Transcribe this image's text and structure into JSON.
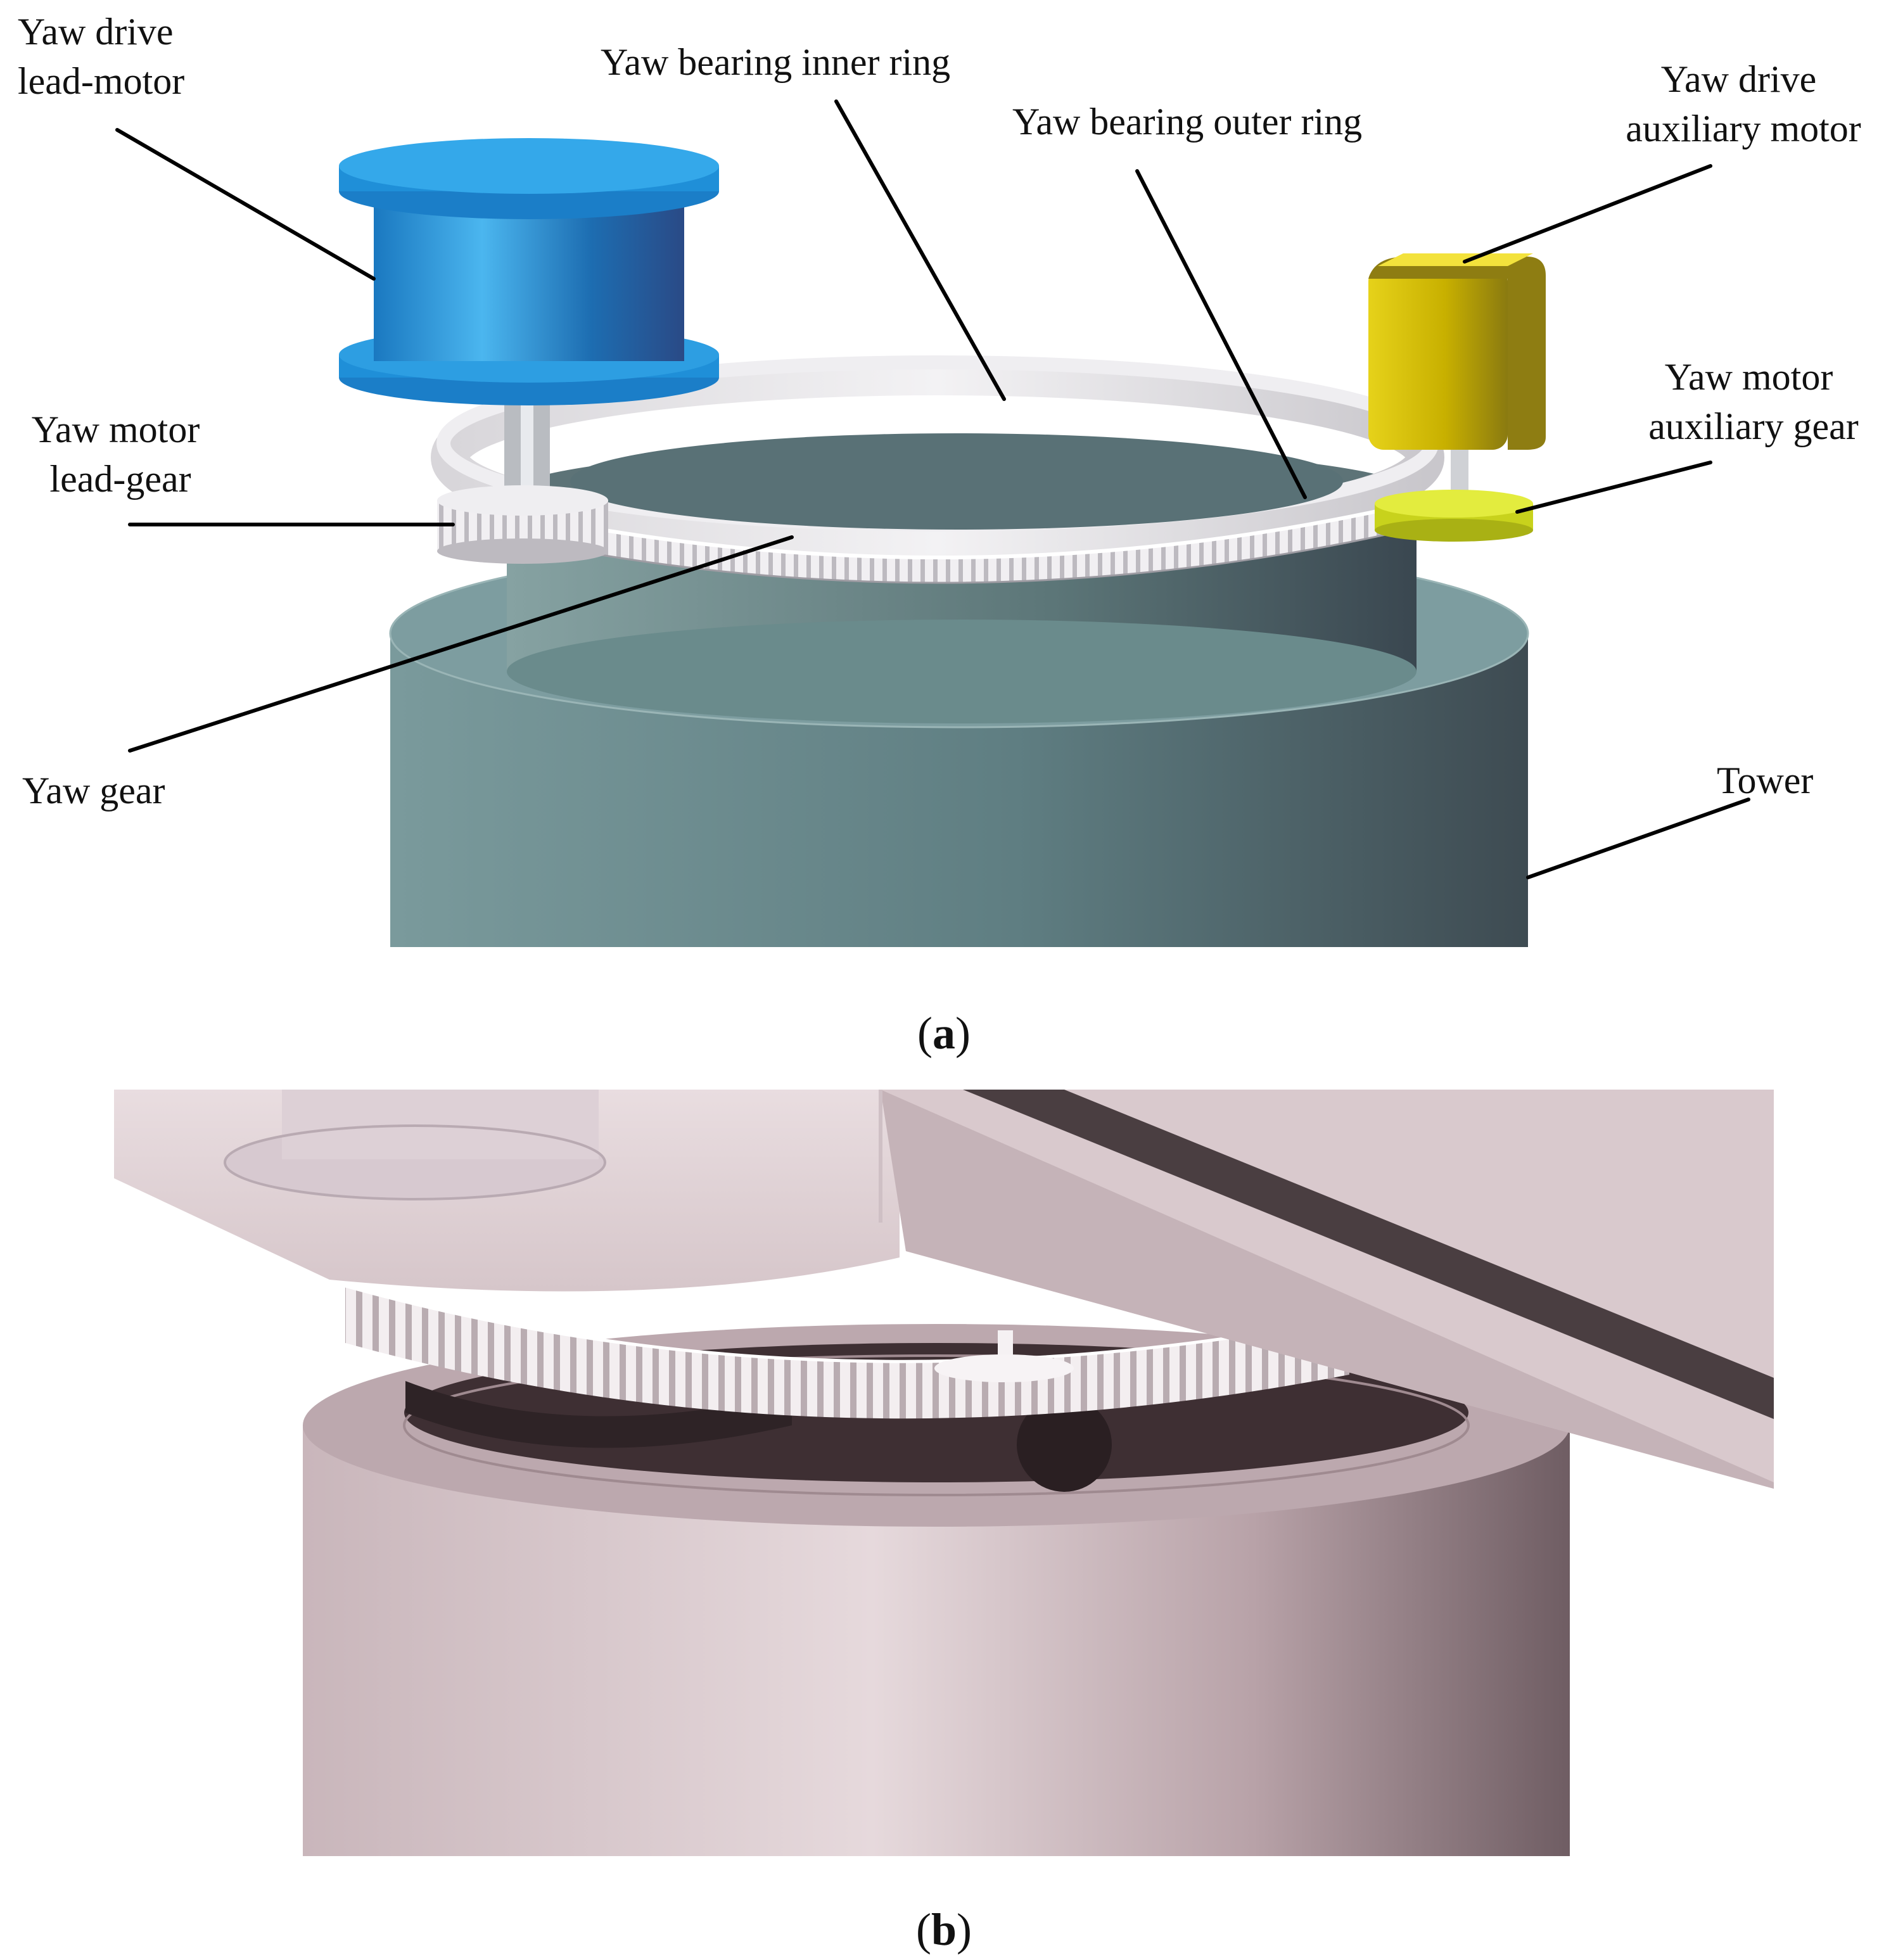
{
  "panel_a": {
    "labels": {
      "lead_motor_line1": "Yaw drive",
      "lead_motor_line2": "lead-motor",
      "inner_ring": "Yaw bearing inner ring",
      "outer_ring": "Yaw bearing outer ring",
      "aux_motor_line1": "Yaw drive",
      "aux_motor_line2": "auxiliary motor",
      "lead_gear_line1": "Yaw motor",
      "lead_gear_line2": "lead-gear",
      "aux_gear_line1": "Yaw motor",
      "aux_gear_line2": "auxiliary gear",
      "yaw_gear": "Yaw gear",
      "tower": "Tower"
    },
    "caption": {
      "open": "(",
      "letter": "a",
      "close": ")"
    },
    "colors": {
      "lead_motor": "#1e8fd6",
      "aux_motor": "#d8c400",
      "aux_gear": "#d4de2a",
      "tower": "#5f7f82",
      "ring": "#e4e2e6"
    }
  },
  "panel_b": {
    "caption": {
      "open": "(",
      "letter": "b",
      "close": ")"
    },
    "colors": {
      "tower": "#c7b2b8",
      "nacelle": "#e6d8dc",
      "gear": "#efe9ec"
    }
  }
}
